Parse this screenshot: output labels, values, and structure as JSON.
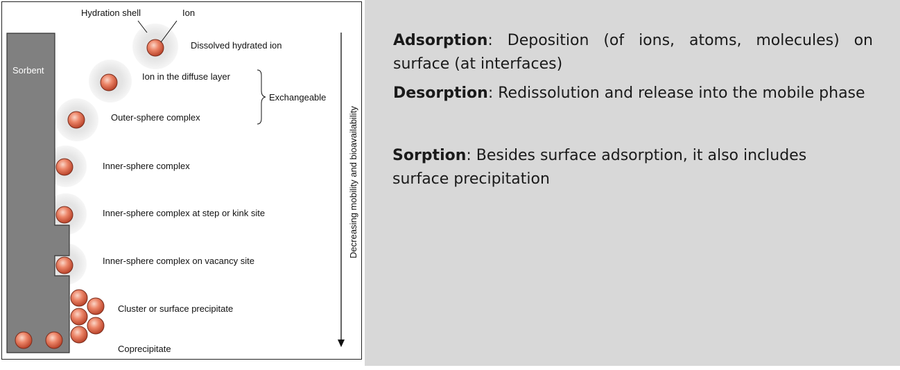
{
  "diagram": {
    "sorbent_label": "Sorbent",
    "hydration_shell_label": "Hydration shell",
    "ion_label": "Ion",
    "exchangeable_label": "Exchangeable",
    "axis_label": "Decreasing mobility and bioavailability",
    "species": [
      "Dissolved hydrated ion",
      "Ion in the diffuse layer",
      "Outer-sphere complex",
      "Inner-sphere complex",
      "Inner-sphere complex at step or kink site",
      "Inner-sphere complex on vacancy site",
      "Cluster or surface precipitate",
      "Coprecipitate"
    ],
    "colors": {
      "sorbent": "#808080",
      "ion": "#e8735a",
      "shell": "#e6e6e6"
    }
  },
  "definitions": {
    "adsorption": {
      "term": "Adsorption",
      "text": ": Deposition (of ions, atoms, molecules) on surface (at interfaces)"
    },
    "desorption": {
      "term": "Desorption",
      "text": ": Redissolution and release into the mobile phase"
    },
    "sorption": {
      "term": "Sorption",
      "text": ": Besides surface adsorption, it also includes surface precipitation"
    }
  }
}
